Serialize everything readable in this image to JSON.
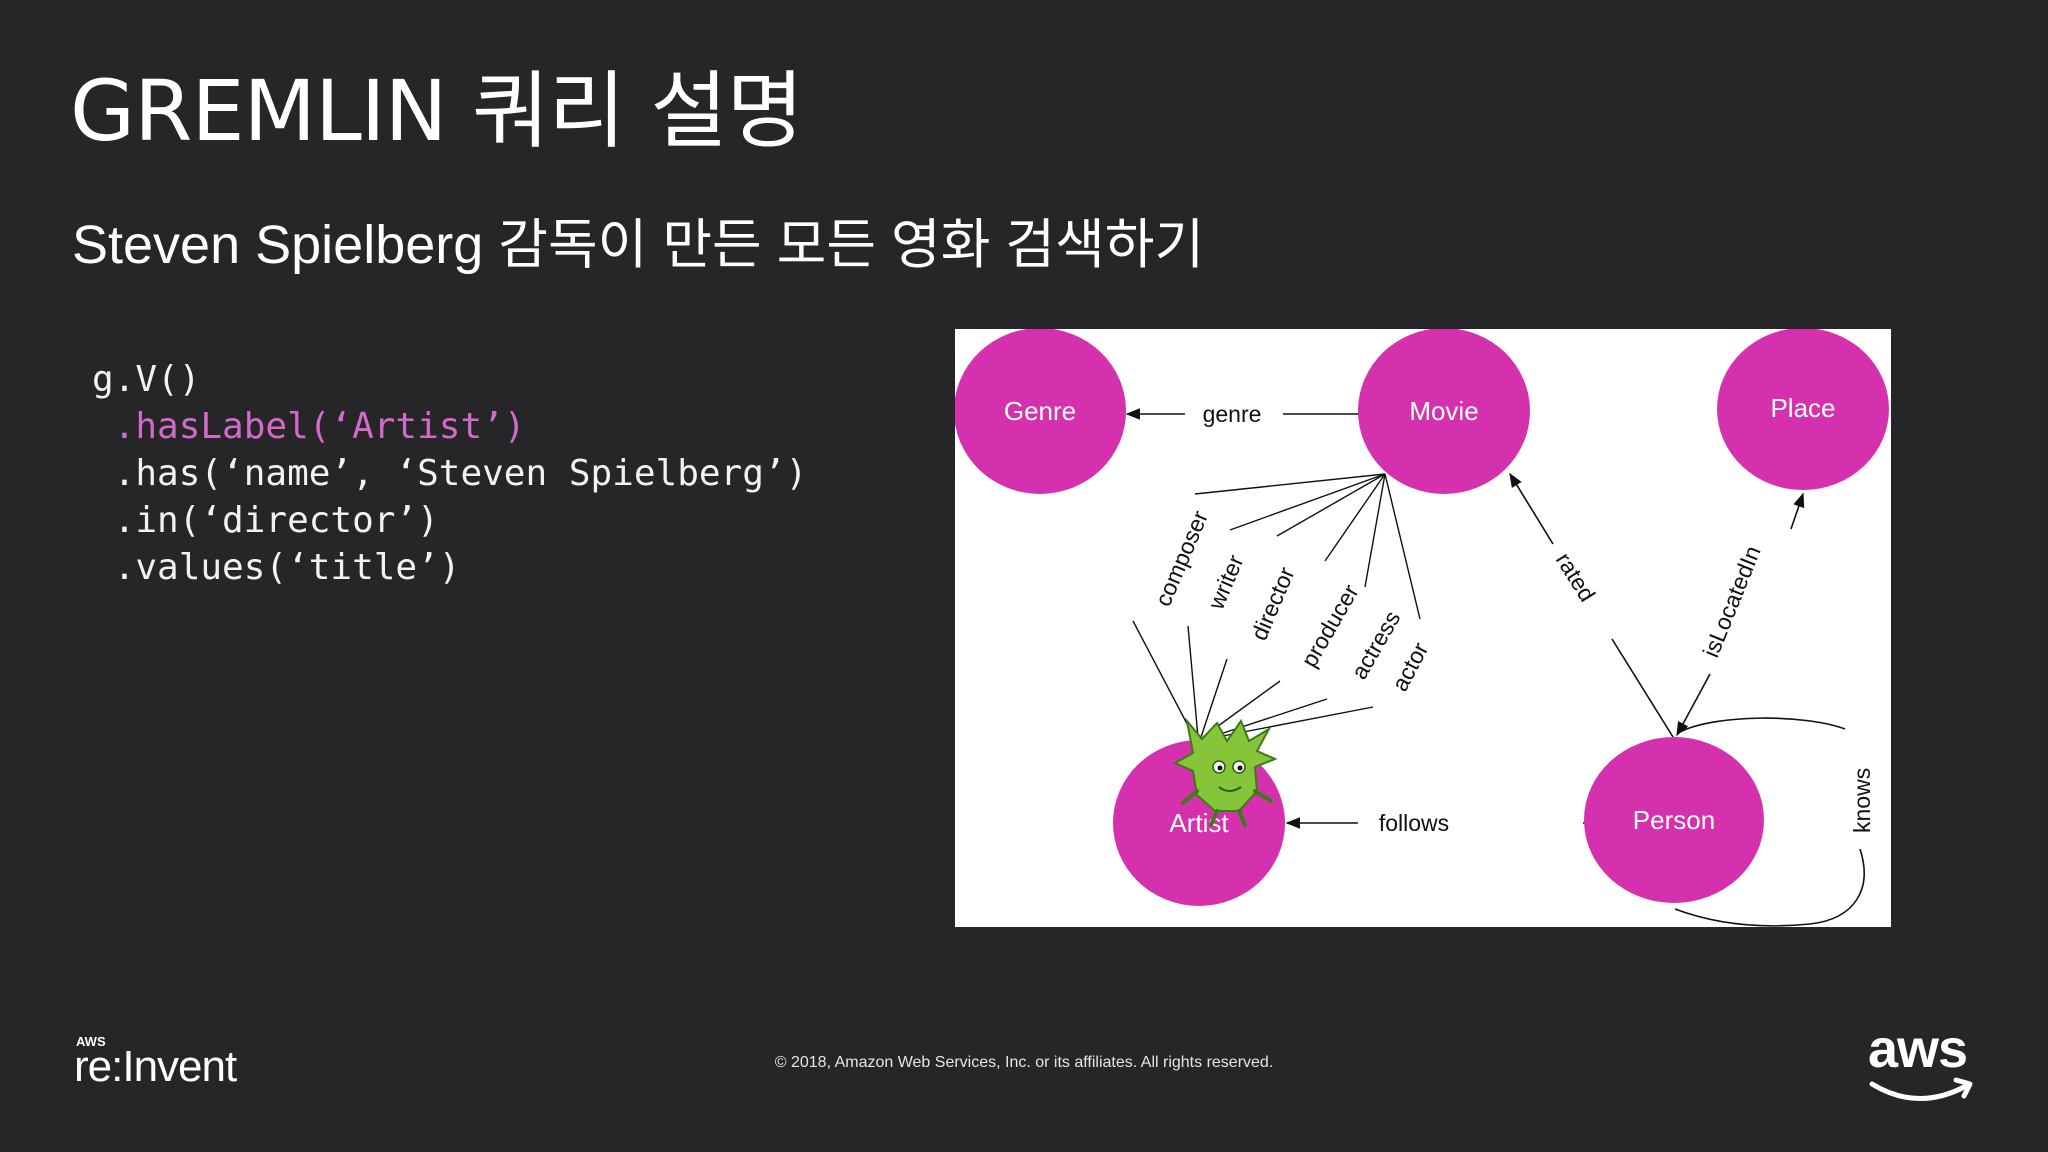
{
  "slide": {
    "title": "GREMLIN 쿼리 설명",
    "subtitle": "Steven Spielberg 감독이 만든 모든 영화 검색하기",
    "code_lines": [
      "g.V()",
      " .hasLabel(‘Artist’)",
      " .has(‘name’, ‘Steven Spielberg’)",
      " .in(‘director’)",
      " .values(‘title’)"
    ],
    "highlight_color": "#d26ac8"
  },
  "graph": {
    "node_color": "#d531ae",
    "nodes": {
      "genre": "Genre",
      "movie": "Movie",
      "place": "Place",
      "artist": "Artist",
      "person": "Person"
    },
    "edges": {
      "genre": "genre",
      "composer": "composer",
      "writer": "writer",
      "director": "director",
      "producer": "producer",
      "actress": "actress",
      "actor": "actor",
      "rated": "rated",
      "is_located_in": "isLocatedIn",
      "follows": "follows",
      "knows": "knows"
    },
    "mascot_icon": "gremlin-mascot-icon"
  },
  "footer": {
    "brand_small": "AWS",
    "brand_big": "re:Invent",
    "copyright": "© 2018, Amazon Web Services, Inc. or its affiliates. All rights reserved.",
    "aws_logo_text": "aws"
  }
}
